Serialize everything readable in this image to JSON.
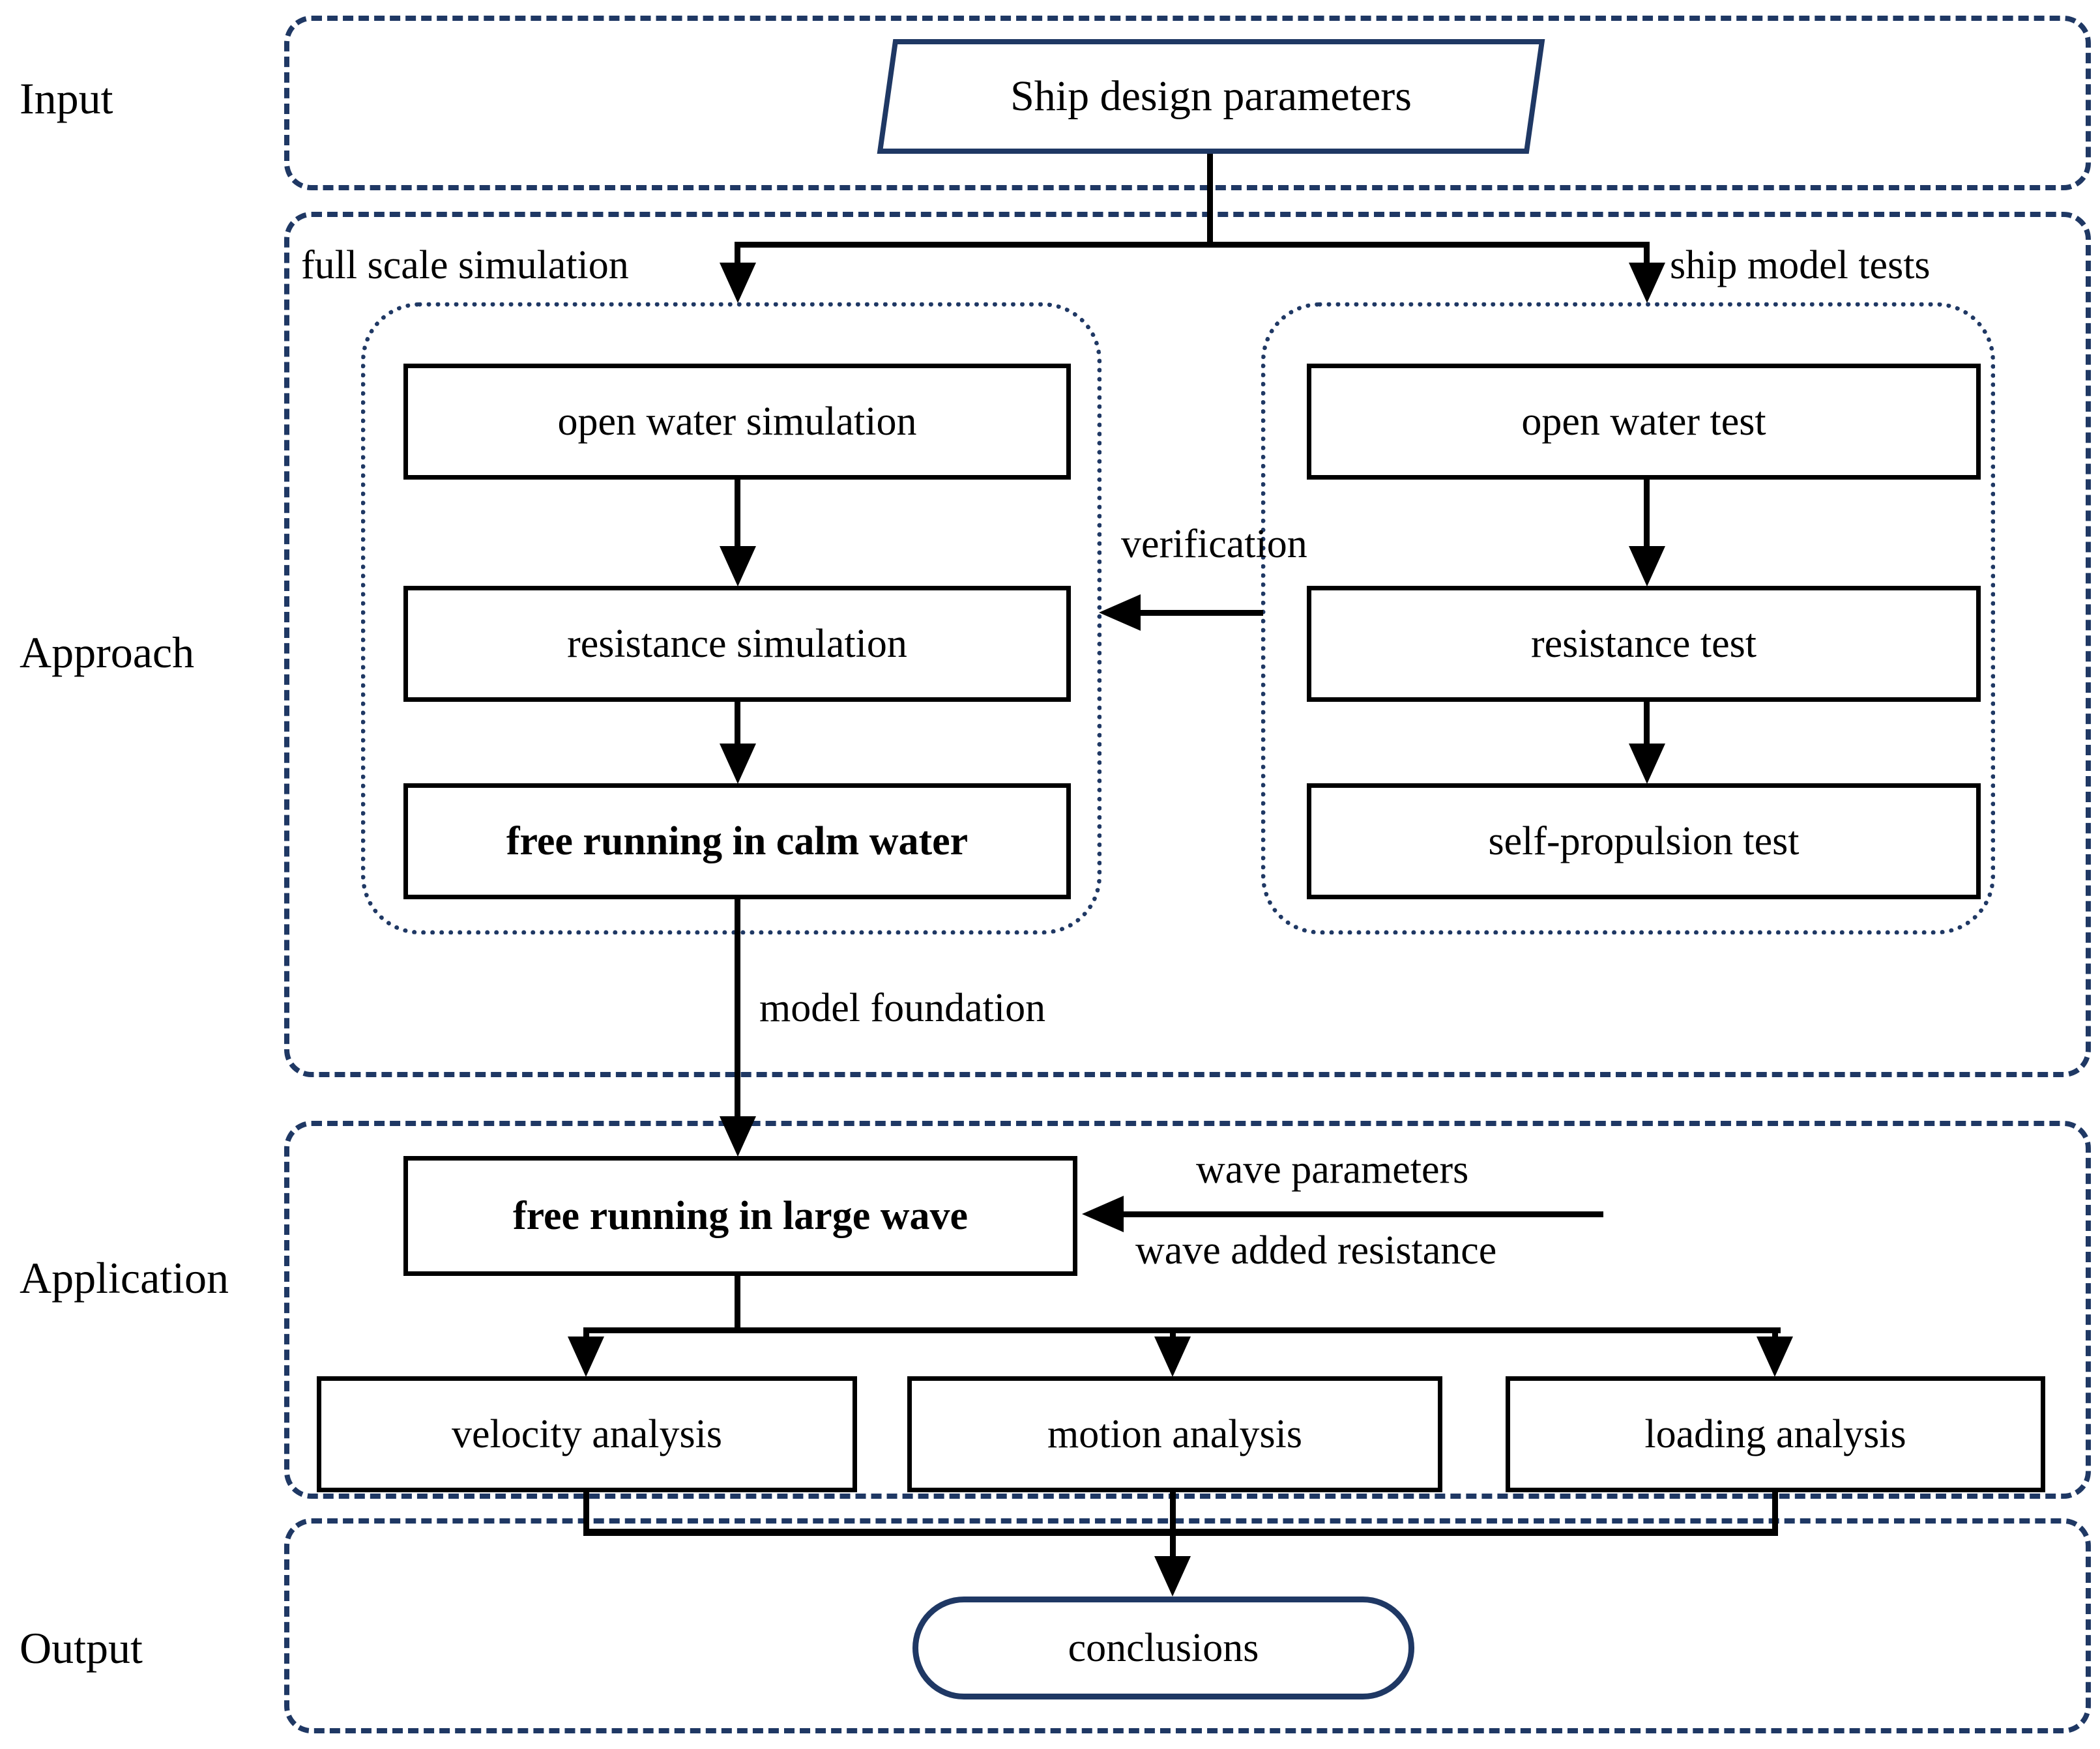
{
  "diagram": {
    "sections": {
      "input": "Input",
      "approach": "Approach",
      "application": "Application",
      "output": "Output"
    },
    "nodes": {
      "ship_design_parameters": "Ship design parameters",
      "open_water_simulation": "open water simulation",
      "resistance_simulation": "resistance simulation",
      "free_running_in_calm_water": "free running in calm water",
      "open_water_test": "open water test",
      "resistance_test": "resistance test",
      "self_propulsion_test": "self-propulsion test",
      "free_running_in_large_wave": "free running in large wave",
      "velocity_analysis": "velocity analysis",
      "motion_analysis": "motion analysis",
      "loading_analysis": "loading analysis",
      "conclusions": "conclusions"
    },
    "annotations": {
      "full_scale_simulation": "full scale simulation",
      "ship_model_tests": "ship model tests",
      "verification": "verification",
      "model_foundation": "model foundation",
      "wave_parameters": "wave parameters",
      "wave_added_resistance": "wave added resistance"
    },
    "colors": {
      "navy": "#1f3864",
      "line": "#000000",
      "background": "#ffffff"
    }
  }
}
